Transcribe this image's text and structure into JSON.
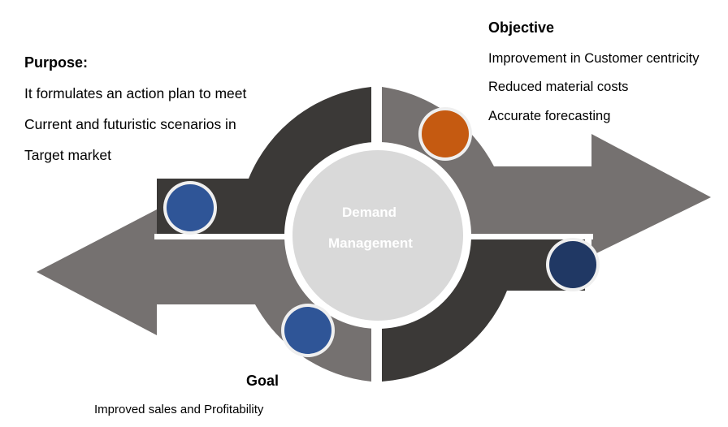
{
  "center": {
    "line1": "Demand",
    "line2": "Management"
  },
  "purpose": {
    "heading": "Purpose:",
    "lines": [
      "It formulates an action plan to meet",
      "Current and futuristic scenarios in",
      "Target market"
    ]
  },
  "objective": {
    "heading": "Objective",
    "lines": [
      "Improvement in Customer centricity",
      "Reduced material costs",
      "Accurate forecasting"
    ]
  },
  "goal": {
    "heading": "Goal",
    "lines": [
      "Improved sales and Profitability"
    ]
  },
  "colors": {
    "arrow_light": "#757170",
    "arrow_dark": "#3b3937",
    "center_fill": "#d9d9d9",
    "dot_orange": "#c55a11",
    "dot_blue": "#2f5597",
    "dot_navy": "#203864",
    "dot_ring": "#efefef"
  },
  "markers": [
    {
      "name": "orange-marker",
      "color_key": "dot_orange"
    },
    {
      "name": "blue-marker-left",
      "color_key": "dot_blue"
    },
    {
      "name": "blue-marker-bottom",
      "color_key": "dot_blue"
    },
    {
      "name": "navy-marker-right",
      "color_key": "dot_navy"
    }
  ]
}
